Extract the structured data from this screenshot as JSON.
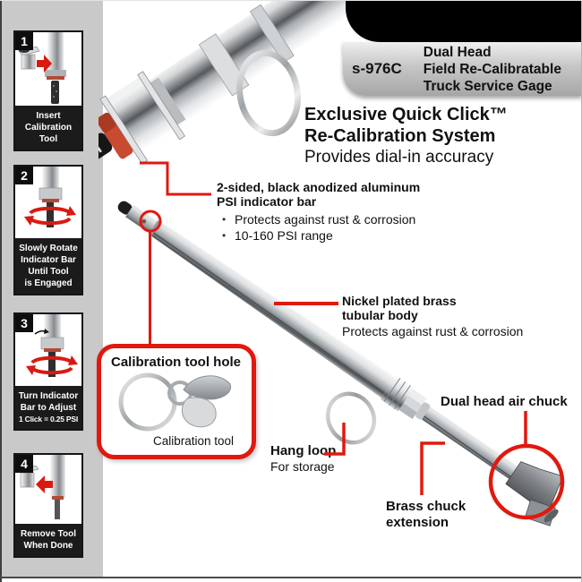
{
  "product": {
    "model": "s-976C",
    "banner_lines": [
      "Dual Head",
      "Field Re-Calibratable",
      "Truck Service Gage"
    ]
  },
  "headline": {
    "line1": "Exclusive Quick Click™",
    "line2": "Re-Calibration System",
    "subtitle": "Provides dial-in accuracy"
  },
  "steps": [
    {
      "num": "1",
      "label": "Insert\nCalibration\nTool"
    },
    {
      "num": "2",
      "label": "Slowly Rotate\nIndicator Bar\nUntil Tool\nis Engaged"
    },
    {
      "num": "3",
      "label": "Turn Indicator\nBar to Adjust",
      "sublabel": "1 Click = 0.25 PSI"
    },
    {
      "num": "4",
      "label": "Remove Tool\nWhen Done"
    }
  ],
  "callouts": {
    "psi_bar": {
      "title": "2-sided, black anodized aluminum\nPSI indicator bar",
      "bullets": [
        "Protects against rust & corrosion",
        "10-160 PSI range"
      ]
    },
    "body": {
      "title": "Nickel plated brass\ntubular body",
      "note": "Protects against rust & corrosion"
    },
    "tool_box": {
      "title": "Calibration tool hole",
      "caption": "Calibration tool"
    },
    "hang_loop": {
      "label": "Hang loop",
      "sub": "For storage"
    },
    "air_chuck": {
      "label": "Dual head air chuck"
    },
    "extension": {
      "label": "Brass chuck\nextension"
    }
  },
  "colors": {
    "accent_red": "#e0190f",
    "sidebar_bg": "#c9c9c9",
    "step_label_bg": "#1b1b1b",
    "banner_black": "#000000",
    "text_black": "#111111"
  }
}
